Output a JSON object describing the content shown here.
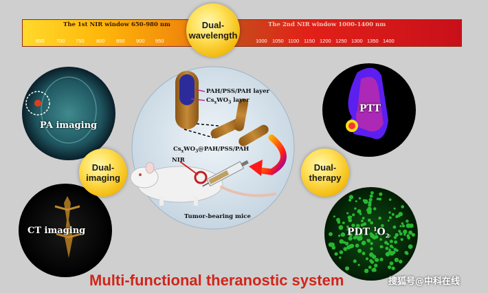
{
  "spectrum": {
    "first_window": "The 1st NIR window 650-980 nm",
    "second_window": "The 2nd NIR window 1000-1400 nm",
    "ticks_left": [
      "650",
      "700",
      "750",
      "800",
      "850",
      "900",
      "950"
    ],
    "ticks_right": [
      "1000",
      "1050",
      "1100",
      "1150",
      "1200",
      "1250",
      "1300",
      "1350",
      "1400"
    ]
  },
  "badges": {
    "wavelength_line1": "Dual-",
    "wavelength_line2": "wavelength",
    "imaging_line1": "Dual-",
    "imaging_line2": "imaging",
    "therapy_line1": "Dual-",
    "therapy_line2": "therapy"
  },
  "panels": {
    "pa": "PA imaging",
    "ct": "CT imaging",
    "ptt": "PTT",
    "pdt": "PDT",
    "pdt_sup": "1",
    "pdt_o": "O",
    "pdt_sub": "2"
  },
  "center": {
    "layer1": "PAH/PSS/PAH layer",
    "layer2_a": "Cs",
    "layer2_x": "x",
    "layer2_b": "WO",
    "layer2_3": "3",
    "layer2_c": " layer",
    "composite_a": "Cs",
    "composite_x": "x",
    "composite_b": "WO",
    "composite_3": "3",
    "composite_c": "@PAH/PSS/PAH",
    "nir": "NIR",
    "mice": "Tumor-bearing mice"
  },
  "title": "Multi-functional theranostic system",
  "watermark": "搜狐号@中科在线",
  "colors": {
    "title_red": "#d0251b",
    "gold": "#f3b90a",
    "rod_brown": "#b67a2a",
    "rod_blue": "#2b2c9a"
  }
}
